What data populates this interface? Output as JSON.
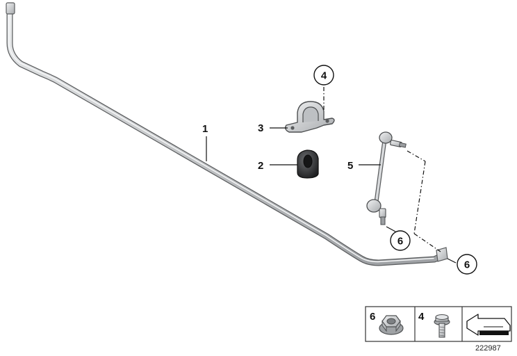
{
  "callouts": {
    "c1": "1",
    "c2": "2",
    "c3": "3",
    "c4": "4",
    "c5": "5",
    "c6a": "6",
    "c6b": "6"
  },
  "legend": {
    "nut_label": "6",
    "bolt_label": "4"
  },
  "document_number": "222987",
  "colors": {
    "part_fill": "#d6d8da",
    "part_stroke": "#5a5c5e",
    "bushing": "#3a3b3d",
    "line": "#111111"
  }
}
